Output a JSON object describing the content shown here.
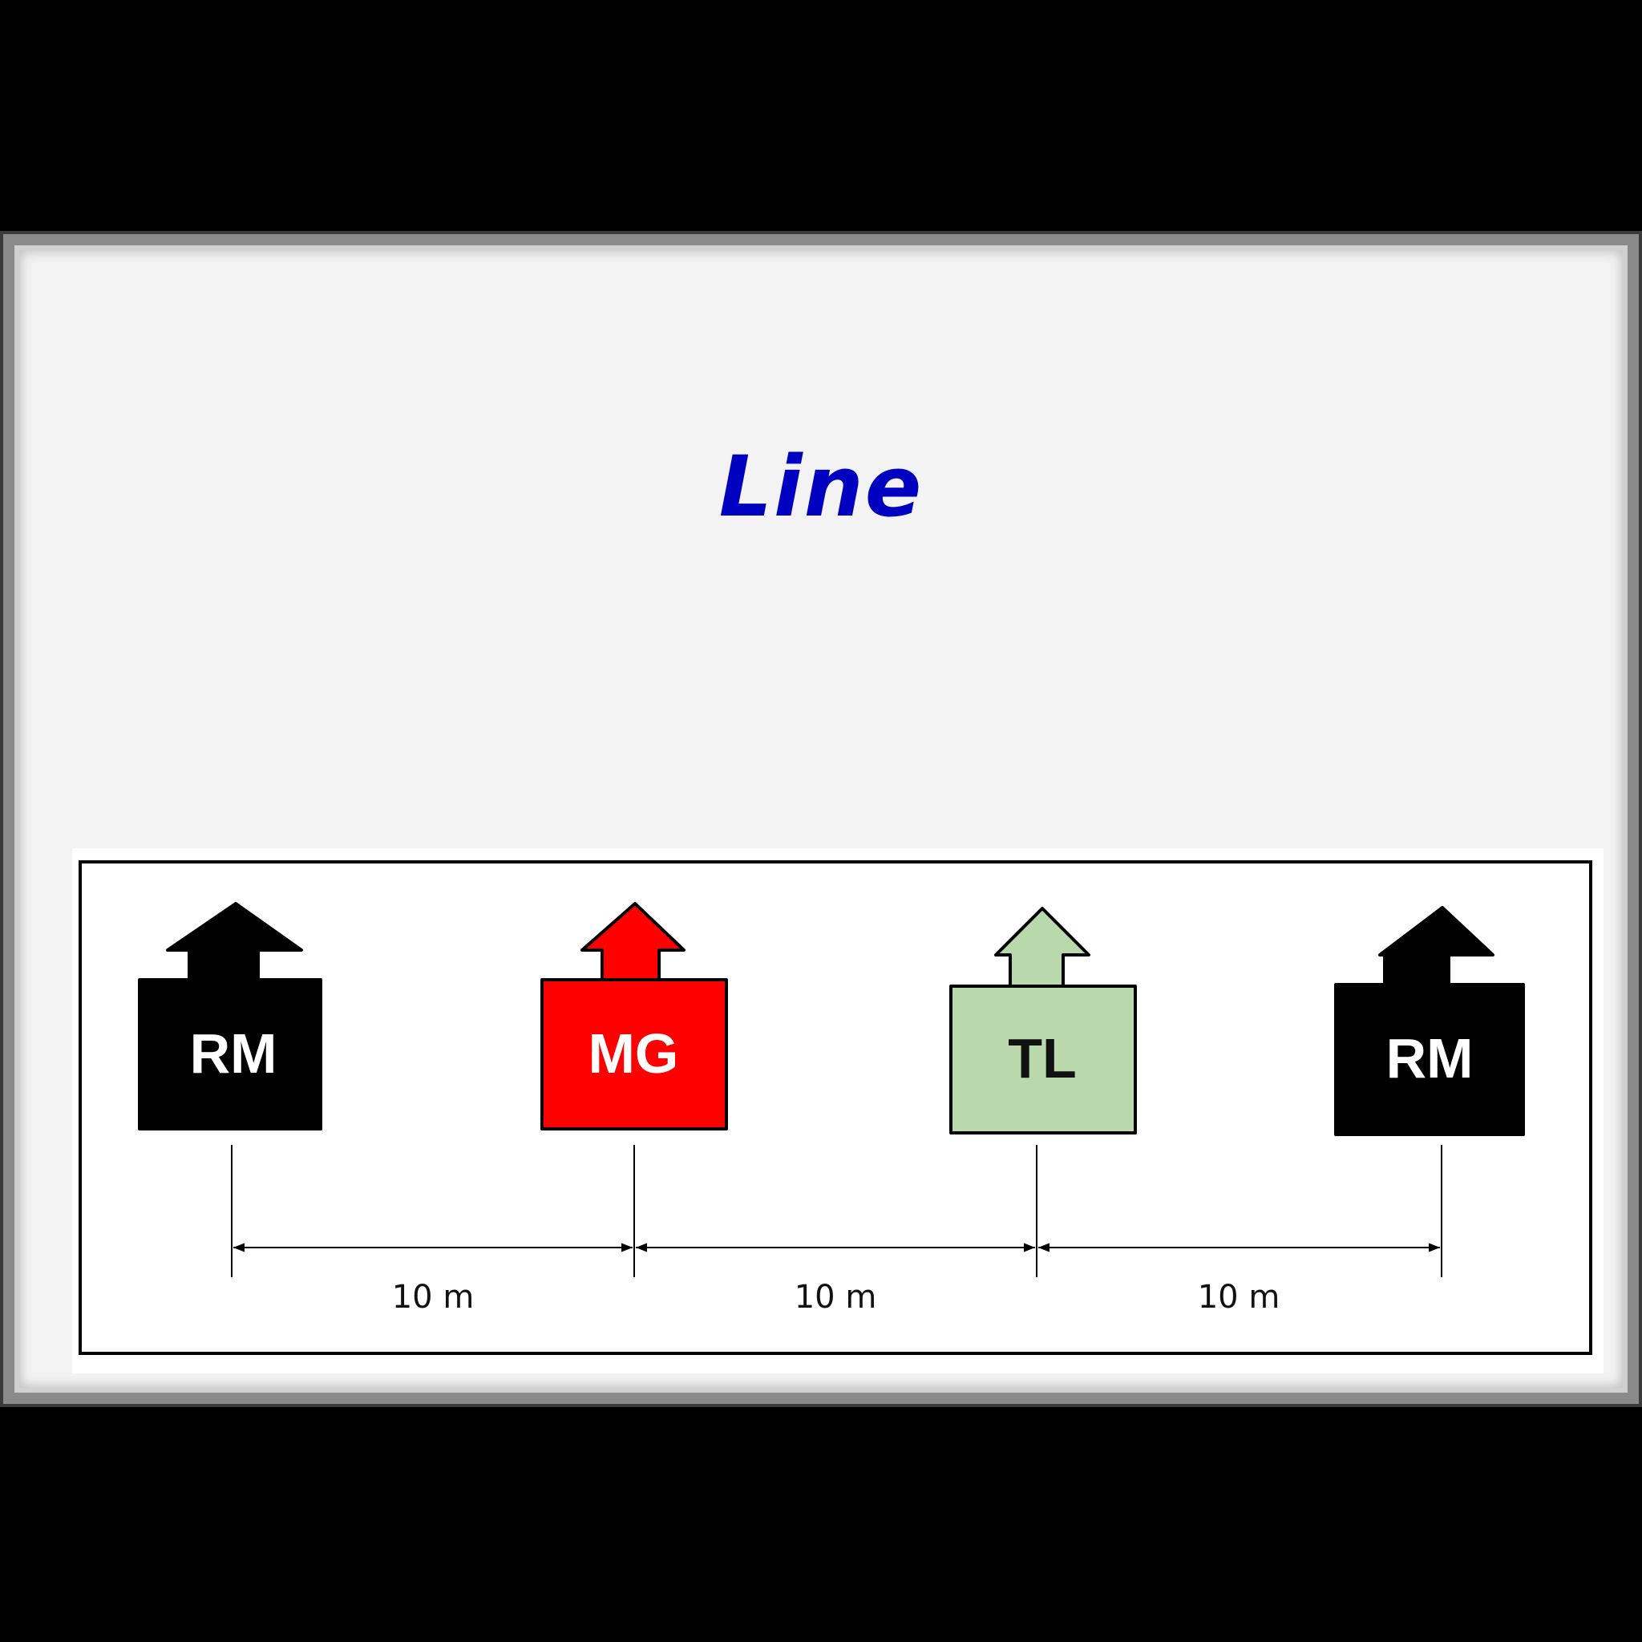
{
  "slide": {
    "title": "Line",
    "title_color": "#0000c0"
  },
  "diagram": {
    "markers": [
      {
        "label": "RM",
        "fill": "#000000",
        "text_color": "#ffffff"
      },
      {
        "label": "MG",
        "fill": "#ff0000",
        "text_color": "#ffffff"
      },
      {
        "label": "TL",
        "fill": "#b9d9ad",
        "text_color": "#111111"
      },
      {
        "label": "RM",
        "fill": "#000000",
        "text_color": "#ffffff"
      }
    ],
    "distances": [
      {
        "label": "10 m"
      },
      {
        "label": "10 m"
      },
      {
        "label": "10 m"
      }
    ]
  }
}
